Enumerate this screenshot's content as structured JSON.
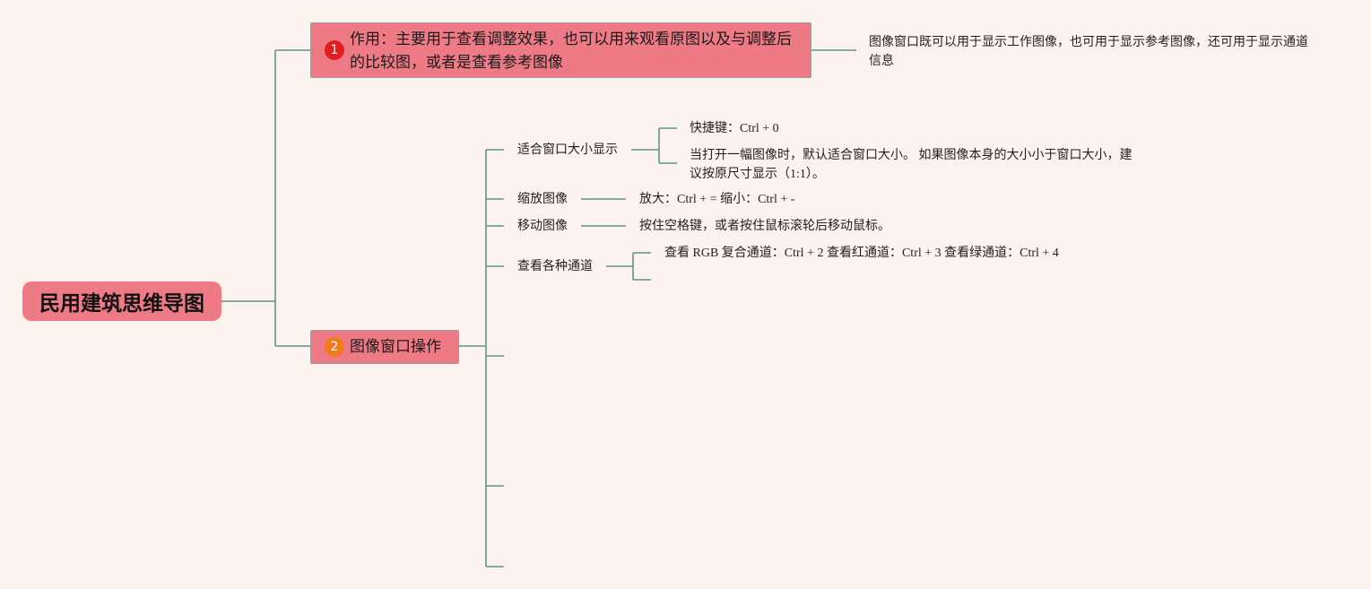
{
  "root": {
    "label": "民用建筑思维导图"
  },
  "branch1": {
    "number": "1",
    "label": "作用：主要用于查看调整效果，也可以用来观看原图以及与调整后的比较图，或者是查看参考图像",
    "detail": "图像窗口既可以用于显示工作图像，也可用于显示参考图像，还可用于显示通道信息"
  },
  "branch2": {
    "number": "2",
    "label": "图像窗口操作",
    "items": [
      {
        "label": "适合窗口大小显示",
        "details": [
          "快捷键：Ctrl + 0",
          "当打开一幅图像时，默认适合窗口大小。 如果图像本身的大小小于窗口大小，建议按原尺寸显示（1:1）。"
        ]
      },
      {
        "label": "缩放图像",
        "details": [
          "放大：Ctrl + = 缩小：Ctrl + -"
        ]
      },
      {
        "label": "移动图像",
        "details": [
          "按住空格键，或者按住鼠标滚轮后移动鼠标。"
        ]
      },
      {
        "label": "查看各种通道",
        "details": [
          "查看 RGB 复合通道：Ctrl + 2 查看红通道：Ctrl + 3 查看绿通道：Ctrl + 4"
        ]
      }
    ]
  },
  "colors": {
    "line": "#5e9585",
    "node": "#ee7a86",
    "background": "#fdf3ee",
    "badge1": "#e02020",
    "badge2": "#f07a1c"
  }
}
